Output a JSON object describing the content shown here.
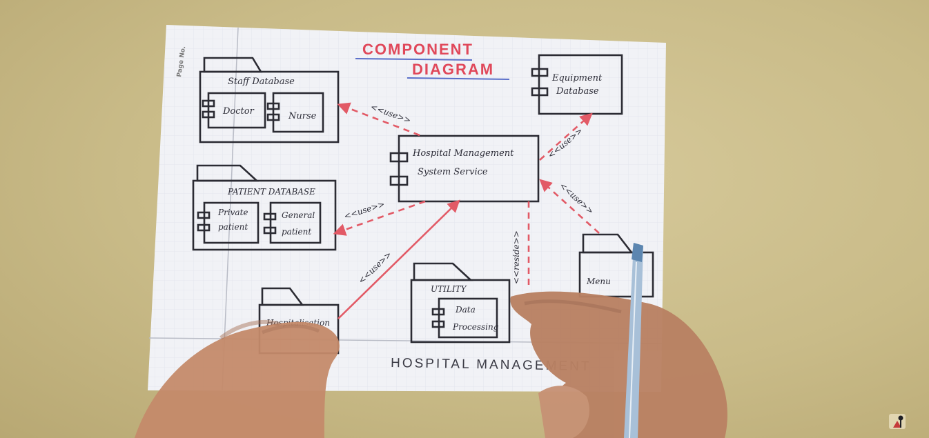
{
  "title": {
    "line1": "COMPONENT",
    "line2": "DIAGRAM"
  },
  "page_no": "Page No.",
  "packages": {
    "staff": {
      "title": "Staff Database",
      "c1": "Doctor",
      "c2": "Nurse"
    },
    "patient": {
      "title": "PATIENT DATABASE",
      "c1a": "Private",
      "c1b": "patient",
      "c2a": "General",
      "c2b": "patient"
    },
    "utility": {
      "title": "UTILITY",
      "c1a": "Data",
      "c1b": "Processing"
    },
    "lower_left": {
      "title": "Hospitalisation"
    },
    "lower_right": {
      "title": "Menu"
    }
  },
  "components": {
    "hms": {
      "line1": "Hospital Management",
      "line2": "System Service"
    },
    "equipment": {
      "line1": "Equipment",
      "line2": "Database"
    }
  },
  "relations": {
    "use_staff": "<<use>>",
    "use_patient": "<<use>>",
    "use_equipment": "<<use>>",
    "use_menu": "<<use>>",
    "use_lower_left": "<<use>>",
    "reside": "<<reside>>"
  },
  "footer": "HOSPITAL MANAGEMENT",
  "colors": {
    "ink": "#2b2b33",
    "relation": "#e25a66",
    "title": "#e0485a",
    "paper": "#f3f4f7",
    "table": "#cdbf8c"
  }
}
